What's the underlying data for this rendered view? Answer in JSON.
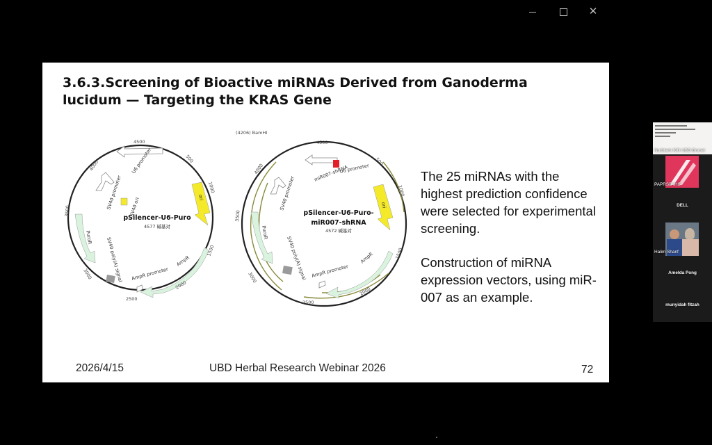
{
  "window": {
    "minimize_icon": "minimize-icon",
    "maximize_icon": "maximize-icon",
    "close_icon": "close-icon"
  },
  "slide": {
    "title_line1": "3.6.3.Screening of Bioactive miRNAs Derived from Ganoderma",
    "title_line2": "lucidum — Targeting the KRAS Gene",
    "paragraph1": "The 25 miRNAs with the highest prediction confidence were selected for experimental screening.",
    "paragraph2": "Construction of miRNA expression vectors, using miR-007 as an example.",
    "footer_date": "2026/4/15",
    "footer_center": "UBD Herbal Research Webinar 2026",
    "page_number": "72"
  },
  "plasmid1": {
    "name": "pSilencer-U6-Puro",
    "size": "4577 碱基对",
    "labels": {
      "u6": "U6 promoter",
      "sv40p": "SV40 promoter",
      "sv40ori": "SV40 ori",
      "ori": "ori",
      "puror": "PuroR",
      "polya": "SV40 poly(A) signal",
      "ampp": "AmpR promoter",
      "ampr": "AmpR"
    },
    "ticks": [
      "4500",
      "500",
      "1000",
      "1500",
      "2000",
      "2500",
      "3000",
      "3500",
      "4000"
    ]
  },
  "plasmid2": {
    "name_line1": "pSilencer-U6-Puro-",
    "name_line2": "miR007-shRNA",
    "size": "4572 碱基对",
    "site": "(4206)  BamHI",
    "labels": {
      "u6": "U6 promoter",
      "shrna": "miR007-shRNA",
      "sv40p": "SV40 promoter",
      "ori": "ori",
      "puror": "PuroR",
      "polya": "SV40 poly(A) signal",
      "ampp": "AmpR promoter",
      "ampr": "AmpR"
    },
    "ticks": [
      "4500",
      "500",
      "1000",
      "1500",
      "2000",
      "2500",
      "3000",
      "3500",
      "4000"
    ]
  },
  "participants": [
    {
      "name": "Nurblaini Kifli UBD Brunei",
      "tile": "shared-document-thumbnail"
    },
    {
      "name": "PAPRSB IHS",
      "tile": "logo"
    },
    {
      "name": "DELL",
      "tile": "text"
    },
    {
      "name": "Halim Sharif",
      "tile": "photo"
    },
    {
      "name": "Amelda Pong",
      "tile": "text"
    },
    {
      "name": "munyidah fitzah",
      "tile": "text"
    }
  ],
  "colors": {
    "ori": "#f4ea2a",
    "feature_green": "#d9f3de",
    "bamhi_site": "#e3202a",
    "sv40_ori": "#f4ea2a",
    "small_feature": "#9a9a9a",
    "presenter_logo": "#e0365c"
  }
}
